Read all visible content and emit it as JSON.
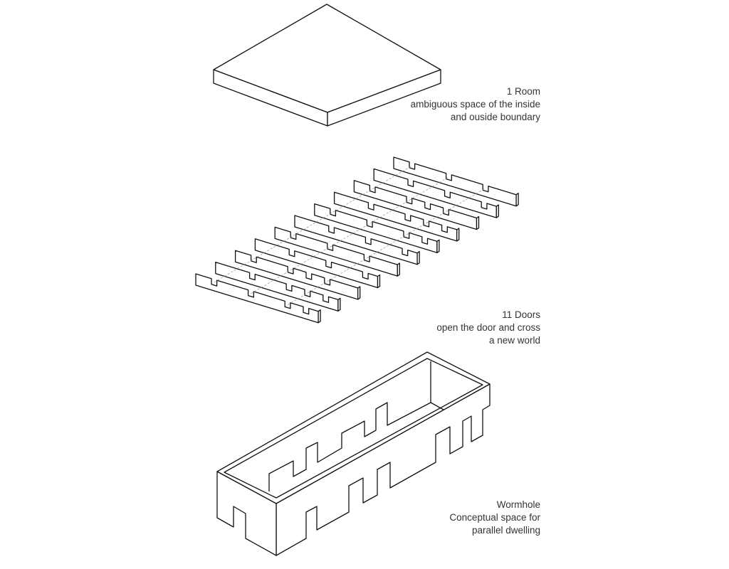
{
  "captions": {
    "room": {
      "title": "1 Room",
      "line1": "ambiguous space of the inside",
      "line2": "and ouside boundary"
    },
    "doors": {
      "title": "11 Doors",
      "line1": "open the door and cross",
      "line2": "a new world"
    },
    "wormhole": {
      "title": "Wormhole",
      "line1": "Conceptual space for",
      "line2": "parallel dwelling"
    }
  },
  "doors": {
    "count": 11
  },
  "colors": {
    "line": "#111111",
    "text": "#333333",
    "dash": "#9a9a9a"
  }
}
